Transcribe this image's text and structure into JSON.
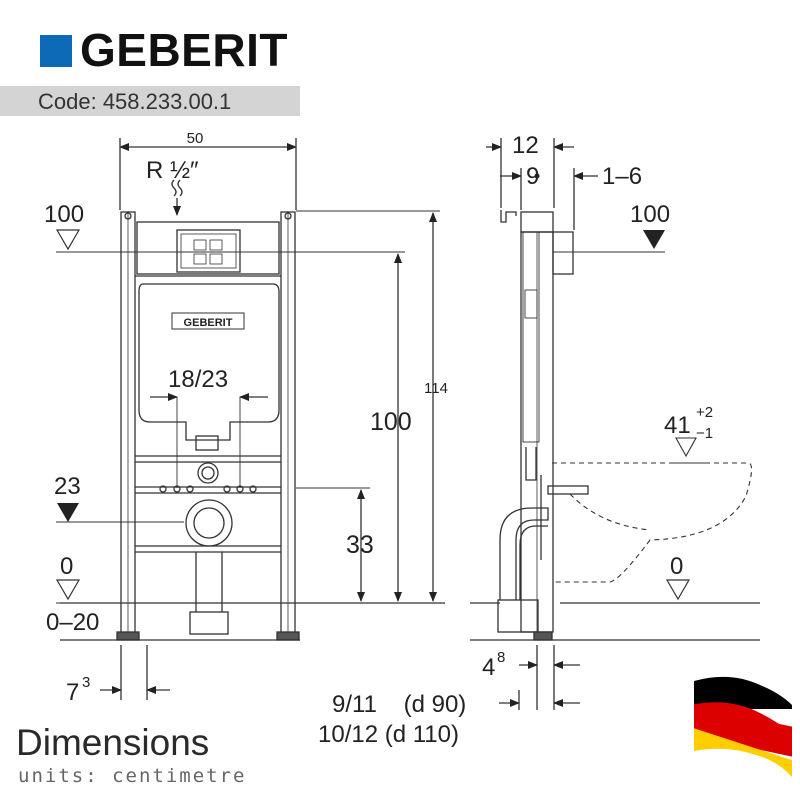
{
  "brand": {
    "name": "GEBERIT",
    "color": "#0d6ab7"
  },
  "code": {
    "text": "Code: 458.233.00.1"
  },
  "front_view": {
    "width_label": "50",
    "supply_label": "R ½″",
    "level_100_label": "100",
    "level_23_label": "23",
    "level_0_label": "0",
    "floor_range_label": "0–20",
    "bolt_spacing_label": "18/23",
    "height_114_label": "114",
    "height_100_label": "100",
    "height_33_label": "33",
    "offset_label_main": "7",
    "offset_label_sup": "3",
    "plate_brand": "GEBERIT"
  },
  "side_view": {
    "depth_12_label": "12",
    "depth_9_label": "9",
    "range_1_6_label": "1–6",
    "level_100_label": "100",
    "bowl_label_main": "41",
    "bowl_label_sup": "+2",
    "bowl_label_sub": "−1",
    "level_0_label": "0",
    "offset_4_main": "4",
    "offset_4_sup": "8",
    "drain_d90_label": "9/11    (d 90)",
    "drain_d110_label": "10/12 (d 110)"
  },
  "footer": {
    "title": "Dimensions",
    "units": "units: centimetre"
  },
  "flag_colors": [
    "#000000",
    "#dd0000",
    "#ffce00"
  ]
}
